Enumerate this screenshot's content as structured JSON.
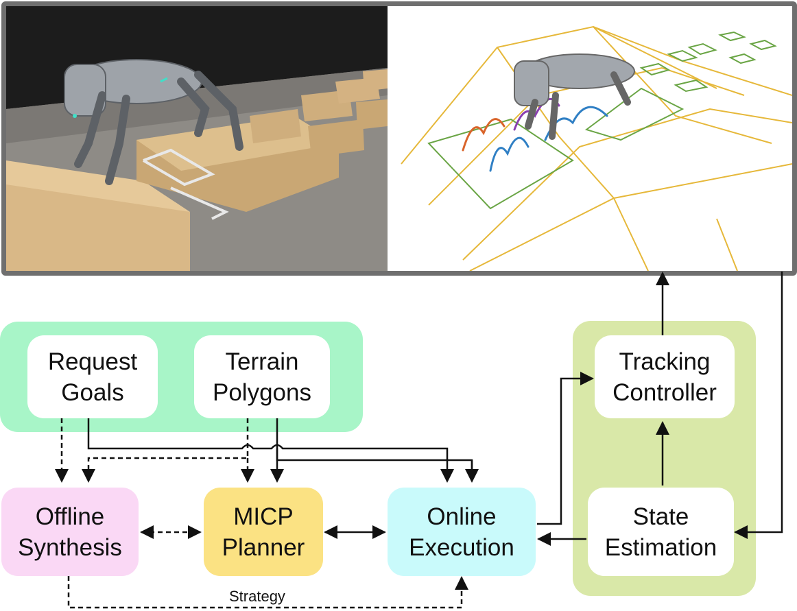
{
  "images": {
    "left_photo": "robot-dog-on-wooden-platforms",
    "right_render": "robot-dog-footstep-plan-visualization"
  },
  "groups": {
    "inputs_color": "#a8f5c8",
    "controller_color": "#d9e8a8"
  },
  "nodes": {
    "request_goals": {
      "label": "Request\nGoals",
      "color": "#ffffff"
    },
    "terrain_polygons": {
      "label": "Terrain\nPolygons",
      "color": "#ffffff"
    },
    "offline_synthesis": {
      "label": "Offline\nSynthesis",
      "color": "#fad8f5"
    },
    "micp_planner": {
      "label": "MICP\nPlanner",
      "color": "#fbe283"
    },
    "online_execution": {
      "label": "Online\nExecution",
      "color": "#c9fafb"
    },
    "tracking_controller": {
      "label": "Tracking\nController",
      "color": "#ffffff"
    },
    "state_estimation": {
      "label": "State\nEstimation",
      "color": "#ffffff"
    }
  },
  "edge_labels": {
    "strategy": "Strategy"
  }
}
